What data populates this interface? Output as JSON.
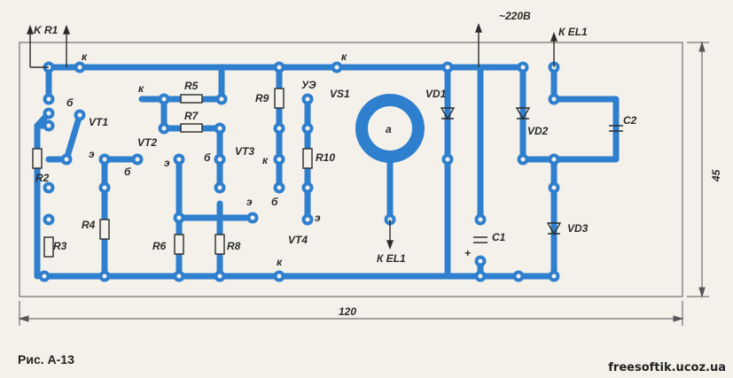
{
  "figure": {
    "caption": "Рис. А-13",
    "watermark": "freesoftik.ucoz.ua",
    "dim_width": "120",
    "dim_height": "45"
  },
  "labels": {
    "k_r1": "K R1",
    "k_top_left": "к",
    "k_top_mid": "к",
    "k_bottom": "к",
    "b_vt1": "б",
    "vt1": "VT1",
    "r2": "R2",
    "r3": "R3",
    "r4": "R4",
    "e_vt2": "э",
    "b_vt2": "б",
    "vt2": "VT2",
    "k_vt2": "к",
    "r5": "R5",
    "r7": "R7",
    "e_vt3": "э",
    "b_vt3": "б",
    "vt3": "VT3",
    "e_mid": "э",
    "r6": "R6",
    "r8": "R8",
    "r9": "R9",
    "ue": "УЭ",
    "k_vt4": "к",
    "b_vt4": "б",
    "r10": "R10",
    "e_vt4": "э",
    "vt4": "VT4",
    "vs1": "VS1",
    "a": "а",
    "k_el1_bottom": "К EL1",
    "vd1": "VD1",
    "c1": "C1",
    "c1_plus": "+",
    "v220": "~220В",
    "vd2": "VD2",
    "vd3": "VD3",
    "c2": "C2",
    "k_el1_top": "К EL1"
  },
  "colors": {
    "trace": "#2f7fcf",
    "ink": "#2b2b2b",
    "board_line": "#555555",
    "pad_hole": "#f4f1ea"
  }
}
